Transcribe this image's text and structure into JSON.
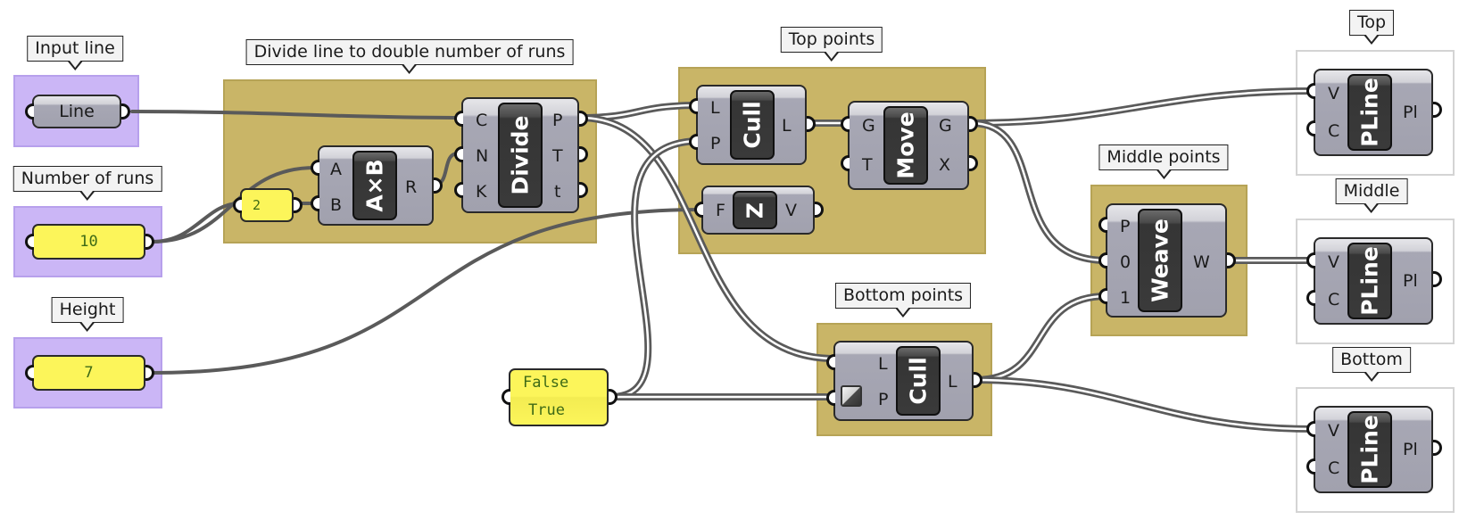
{
  "canvas": {
    "group_colors": {
      "input": "#cbb6f6",
      "process": "#c9b567",
      "output": "#ffffff"
    },
    "wire_color": "#5a5a5a"
  },
  "groups": {
    "input_line": {
      "label": "Input line"
    },
    "number_of_runs": {
      "label": "Number of runs"
    },
    "height": {
      "label": "Height"
    },
    "divide": {
      "label": "Divide line to double number of runs"
    },
    "top_points": {
      "label": "Top points"
    },
    "middle_points": {
      "label": "Middle points"
    },
    "bottom_points": {
      "label": "Bottom points"
    },
    "top": {
      "label": "Top"
    },
    "middle": {
      "label": "Middle"
    },
    "bottom": {
      "label": "Bottom"
    }
  },
  "params": {
    "line": {
      "label": "Line"
    }
  },
  "panels": {
    "runs": {
      "value": "10"
    },
    "height": {
      "value": "7"
    },
    "factor": {
      "value": "2"
    },
    "pattern": {
      "lines": [
        "False",
        "True"
      ]
    }
  },
  "components": {
    "multiply": {
      "nickname": "A×B",
      "inputs": [
        "A",
        "B"
      ],
      "outputs": [
        "R"
      ]
    },
    "divide": {
      "nickname": "Divide",
      "inputs": [
        "C",
        "N",
        "K"
      ],
      "outputs": [
        "P",
        "T",
        "t"
      ]
    },
    "cull_top": {
      "nickname": "Cull",
      "inputs": [
        "L",
        "P"
      ],
      "outputs": [
        "L"
      ]
    },
    "unit_z": {
      "nickname": "Z",
      "inputs": [
        "F"
      ],
      "outputs": [
        "V"
      ]
    },
    "move": {
      "nickname": "Move",
      "inputs": [
        "G",
        "T"
      ],
      "outputs": [
        "G",
        "X"
      ]
    },
    "weave": {
      "nickname": "Weave",
      "inputs": [
        "P",
        "0",
        "1"
      ],
      "outputs": [
        "W"
      ]
    },
    "cull_bottom": {
      "nickname": "Cull",
      "inputs": [
        "L",
        "P"
      ],
      "outputs": [
        "L"
      ]
    },
    "pline_top": {
      "nickname": "PLine",
      "inputs": [
        "V",
        "C"
      ],
      "outputs": [
        "Pl"
      ]
    },
    "pline_middle": {
      "nickname": "PLine",
      "inputs": [
        "V",
        "C"
      ],
      "outputs": [
        "Pl"
      ]
    },
    "pline_bottom": {
      "nickname": "PLine",
      "inputs": [
        "V",
        "C"
      ],
      "outputs": [
        "Pl"
      ]
    }
  }
}
